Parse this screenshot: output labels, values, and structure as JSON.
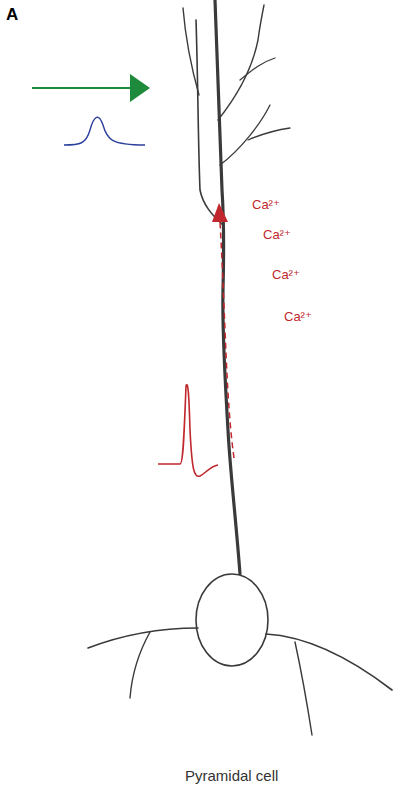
{
  "diagram": {
    "caption": "Pyramidal cell",
    "labels": [
      "A",
      "Ca²⁺",
      "Ca²⁺",
      "Ca²⁺",
      "Ca²⁺"
    ]
  }
}
